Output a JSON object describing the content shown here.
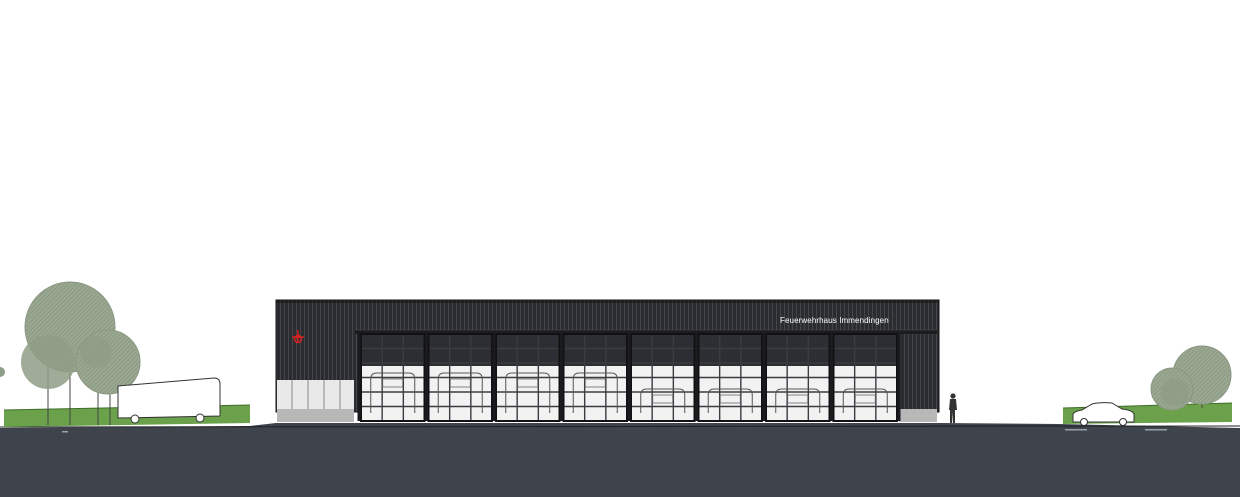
{
  "building": {
    "sign_text": "Feuerwehrhaus Immendingen",
    "bay_door_count": 8,
    "emblem_color": "#e02020"
  },
  "colors": {
    "ground": "#3e434c",
    "facade": "#26282c",
    "lawn": "#6aa14a",
    "tree_fill": "#8f9e86",
    "door_glass": "#f2f2f2",
    "emblem": "#e02020"
  },
  "elements": [
    "trees-left",
    "vehicle-left",
    "fire-station",
    "bay-doors",
    "person",
    "car-right",
    "trees-right"
  ]
}
